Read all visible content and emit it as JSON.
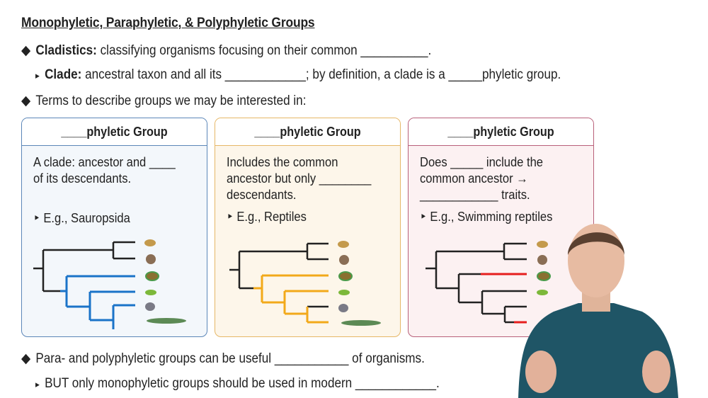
{
  "title": "Monophyletic, Paraphyletic, & Polyphyletic Groups",
  "bullets": [
    {
      "label": "Cladistics:",
      "text": " classifying organisms focusing on their common __________."
    },
    {
      "label": "Clade:",
      "text": " ancestral taxon and all its ____________; by definition, a clade is a _____phyletic group."
    },
    {
      "label": "",
      "text": "Terms to describe groups we may be interested in:"
    }
  ],
  "boxes": [
    {
      "header": "____phyletic Group",
      "text": "A clade: ancestor and ____ of its descendants.",
      "example": "E.g., Sauropsida",
      "highlight": "#1a73c8"
    },
    {
      "header": "____phyletic Group",
      "text": "Includes the common ancestor but only ________ descendants.",
      "example": "E.g., Reptiles",
      "highlight": "#f2a91a"
    },
    {
      "header": "____phyletic Group",
      "text": "Does _____ include the common ancestor → ____________ traits.",
      "example": "E.g., Swimming reptiles",
      "highlight": "#e61e1e"
    }
  ],
  "tree_taxa": [
    "mouse-icon",
    "kangaroo-rat-icon",
    "turtle-icon",
    "lizard-icon",
    "pigeon-icon",
    "crocodile-icon"
  ],
  "bottom": [
    {
      "text": "Para- and polyphyletic groups can be useful ___________ of organisms."
    },
    {
      "text": "BUT only monophyletic groups should be used in modern ____________."
    }
  ]
}
